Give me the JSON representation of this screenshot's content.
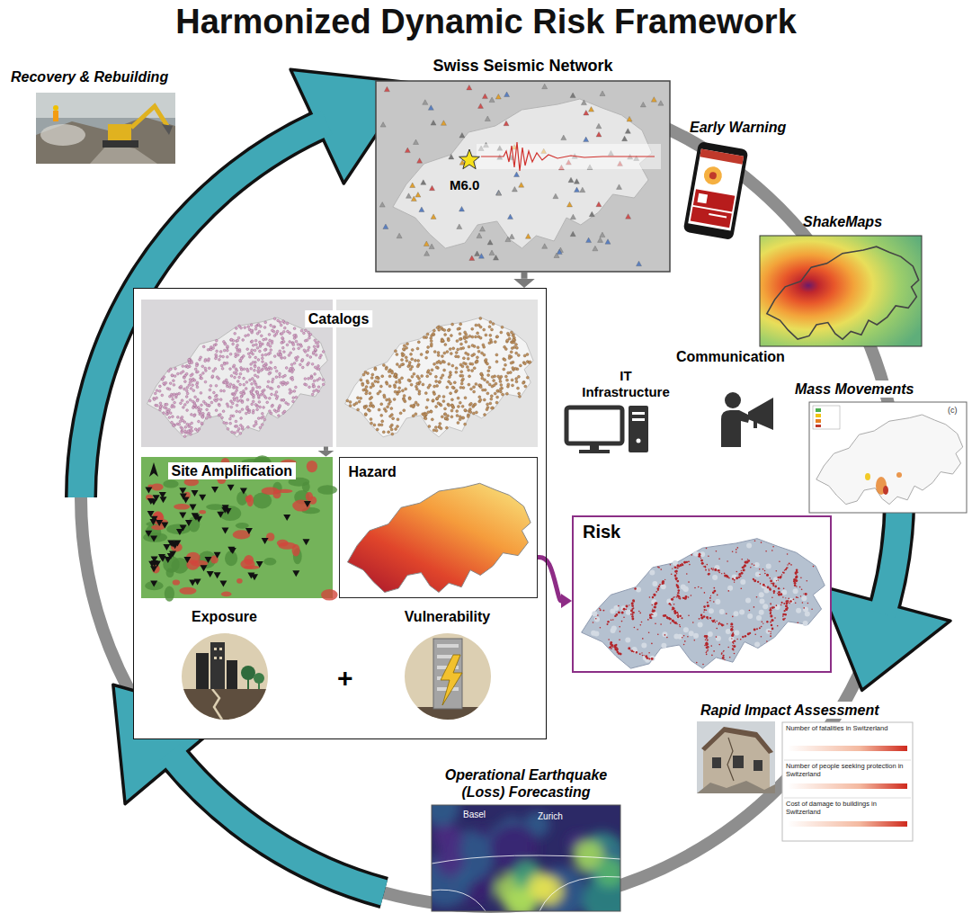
{
  "diagram": {
    "title": "Harmonized Dynamic Risk Framework",
    "nodes": [
      {
        "text": [
          "Swiss Seismic Network",
          "M6.0"
        ]
      },
      {
        "text": [
          "Early Warning"
        ]
      },
      {
        "text": [
          "Recovery & Rebuilding"
        ]
      },
      {
        "text": [
          "ShakeMaps"
        ]
      },
      {
        "text": [
          "+"
        ]
      },
      {
        "text": [
          "Catalogs"
        ],
        "in": 4
      },
      {
        "text": [
          "Site Amplification"
        ],
        "in": 4
      },
      {
        "text": [
          "Hazard"
        ],
        "in": 4
      },
      {
        "text": [
          "Exposure"
        ],
        "in": 4
      },
      {
        "text": [
          "Vulnerability"
        ],
        "in": 4
      },
      {
        "text": [
          "IT Infrastructure"
        ]
      },
      {
        "text": [
          "Communication"
        ]
      },
      {
        "text": [
          "Mass Movements",
          "(c)"
        ]
      },
      {
        "text": [
          "Risk"
        ]
      },
      {
        "text": [
          "Rapid Impact Assessment"
        ]
      },
      {
        "text": [
          "Operational Earthquake (Loss) Forecasting",
          "Basel",
          "Zurich"
        ]
      }
    ],
    "edges": [
      {
        "from": 0,
        "to": 4,
        "arrow": "to"
      },
      {
        "from": 5,
        "to": 6,
        "arrow": "to"
      },
      {
        "from": 7,
        "to": 13,
        "arrow": "to"
      }
    ],
    "labels": [
      "Number of fatalities in Switzerland",
      "Number of people seeking protection in Switzerland",
      "Cost of damage to buildings in Switzerland"
    ]
  }
}
